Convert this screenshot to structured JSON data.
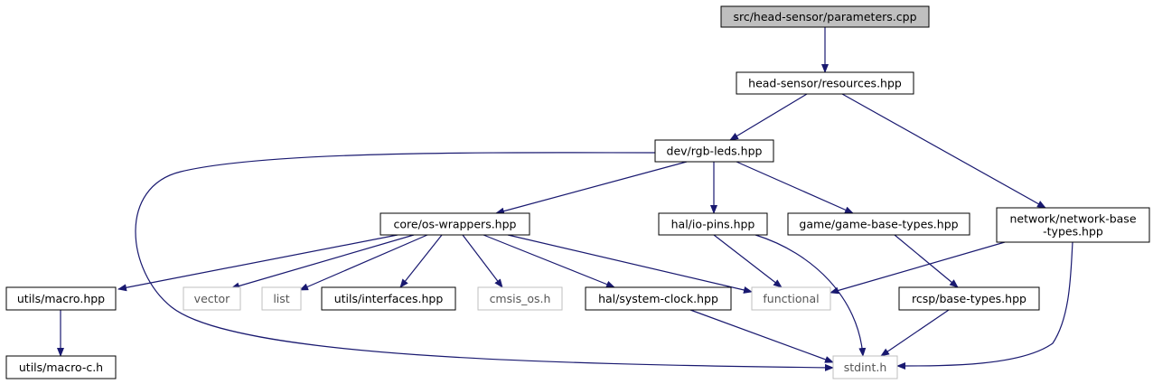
{
  "colors": {
    "edge": "#191970",
    "node_border": "#000000",
    "external_border": "#bfbfbf",
    "root_fill": "#bfbfbf",
    "node_fill": "#ffffff"
  },
  "nodes": [
    {
      "id": "parameters_cpp",
      "lines": [
        "src/head-sensor/parameters.cpp"
      ],
      "kind": "root"
    },
    {
      "id": "resources_hpp",
      "lines": [
        "head-sensor/resources.hpp"
      ],
      "kind": "file"
    },
    {
      "id": "rgb_leds_hpp",
      "lines": [
        "dev/rgb-leds.hpp"
      ],
      "kind": "file"
    },
    {
      "id": "network_base_types_hpp",
      "lines": [
        "network/network-base",
        "-types.hpp"
      ],
      "kind": "file"
    },
    {
      "id": "os_wrappers_hpp",
      "lines": [
        "core/os-wrappers.hpp"
      ],
      "kind": "file"
    },
    {
      "id": "io_pins_hpp",
      "lines": [
        "hal/io-pins.hpp"
      ],
      "kind": "file"
    },
    {
      "id": "game_base_types_hpp",
      "lines": [
        "game/game-base-types.hpp"
      ],
      "kind": "file"
    },
    {
      "id": "macro_hpp",
      "lines": [
        "utils/macro.hpp"
      ],
      "kind": "file"
    },
    {
      "id": "vector",
      "lines": [
        "vector"
      ],
      "kind": "external"
    },
    {
      "id": "list",
      "lines": [
        "list"
      ],
      "kind": "external"
    },
    {
      "id": "interfaces_hpp",
      "lines": [
        "utils/interfaces.hpp"
      ],
      "kind": "file"
    },
    {
      "id": "cmsis_os_h",
      "lines": [
        "cmsis_os.h"
      ],
      "kind": "external"
    },
    {
      "id": "system_clock_hpp",
      "lines": [
        "hal/system-clock.hpp"
      ],
      "kind": "file"
    },
    {
      "id": "functional",
      "lines": [
        "functional"
      ],
      "kind": "external"
    },
    {
      "id": "base_types_hpp",
      "lines": [
        "rcsp/base-types.hpp"
      ],
      "kind": "file"
    },
    {
      "id": "macro_c_h",
      "lines": [
        "utils/macro-c.h"
      ],
      "kind": "file"
    },
    {
      "id": "stdint_h",
      "lines": [
        "stdint.h"
      ],
      "kind": "external"
    }
  ],
  "edges": [
    {
      "from": "parameters_cpp",
      "to": "resources_hpp"
    },
    {
      "from": "resources_hpp",
      "to": "rgb_leds_hpp"
    },
    {
      "from": "resources_hpp",
      "to": "network_base_types_hpp"
    },
    {
      "from": "rgb_leds_hpp",
      "to": "os_wrappers_hpp"
    },
    {
      "from": "rgb_leds_hpp",
      "to": "io_pins_hpp"
    },
    {
      "from": "rgb_leds_hpp",
      "to": "game_base_types_hpp"
    },
    {
      "from": "rgb_leds_hpp",
      "to": "stdint_h"
    },
    {
      "from": "os_wrappers_hpp",
      "to": "macro_hpp"
    },
    {
      "from": "os_wrappers_hpp",
      "to": "vector"
    },
    {
      "from": "os_wrappers_hpp",
      "to": "list"
    },
    {
      "from": "os_wrappers_hpp",
      "to": "interfaces_hpp"
    },
    {
      "from": "os_wrappers_hpp",
      "to": "cmsis_os_h"
    },
    {
      "from": "os_wrappers_hpp",
      "to": "system_clock_hpp"
    },
    {
      "from": "os_wrappers_hpp",
      "to": "functional"
    },
    {
      "from": "io_pins_hpp",
      "to": "functional"
    },
    {
      "from": "io_pins_hpp",
      "to": "stdint_h"
    },
    {
      "from": "game_base_types_hpp",
      "to": "base_types_hpp"
    },
    {
      "from": "network_base_types_hpp",
      "to": "functional"
    },
    {
      "from": "network_base_types_hpp",
      "to": "stdint_h"
    },
    {
      "from": "macro_hpp",
      "to": "macro_c_h"
    },
    {
      "from": "system_clock_hpp",
      "to": "stdint_h"
    },
    {
      "from": "base_types_hpp",
      "to": "stdint_h"
    }
  ]
}
